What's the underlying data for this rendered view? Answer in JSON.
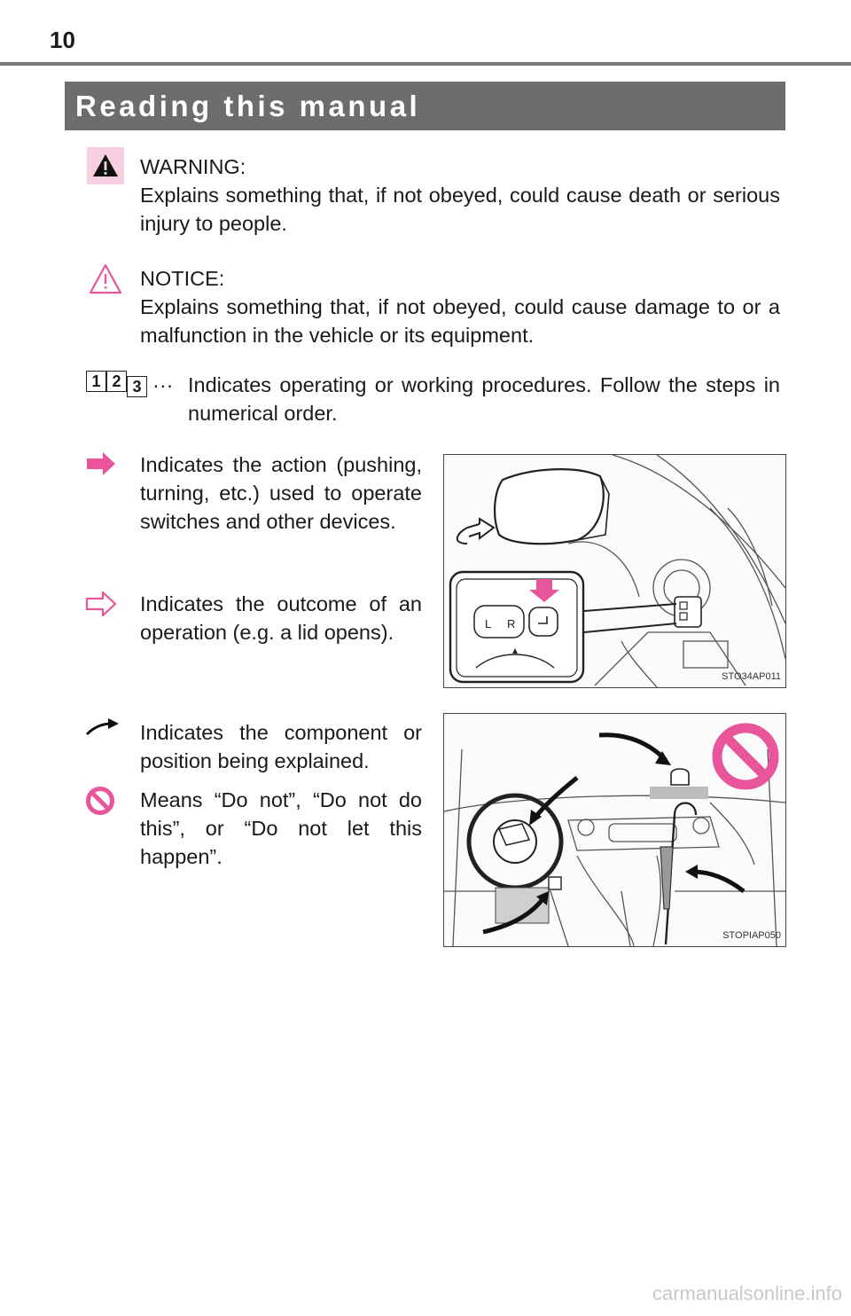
{
  "page": {
    "number": "10",
    "title": "Reading this manual"
  },
  "warning": {
    "label": "WARNING:",
    "text": "Explains something that, if not obeyed, could cause death or serious injury to people."
  },
  "notice": {
    "label": "NOTICE:",
    "text": "Explains something that, if not obeyed, could cause damage to or a malfunction in the vehicle or its equipment."
  },
  "steps": {
    "numbers": [
      "1",
      "2",
      "3"
    ],
    "ellipsis": "···",
    "text": "Indicates operating or working procedures. Follow the steps in numerical order."
  },
  "action": {
    "text": "Indicates the action (pushing, turning, etc.) used to operate switches and other devices."
  },
  "outcome": {
    "text": "Indicates the outcome of an operation (e.g. a lid opens)."
  },
  "component": {
    "text": "Indicates the component or position being explained."
  },
  "do_not": {
    "text": "Means “Do not”, “Do not do this”, or “Do not let this happen”."
  },
  "figure1": {
    "code": "STO34AP011",
    "switch_left": "L",
    "switch_right": "R"
  },
  "figure2": {
    "code": "STOPIAP050"
  },
  "watermark": "carmanualsonline.info",
  "colors": {
    "accent_pink": "#e8559a",
    "light_pink": "#f7cfe0",
    "title_bar": "#6d6d6d"
  },
  "icons": [
    "warning-triangle-icon",
    "notice-triangle-icon",
    "action-arrow-icon",
    "outcome-arrow-icon",
    "component-pointer-icon",
    "prohibited-icon"
  ]
}
